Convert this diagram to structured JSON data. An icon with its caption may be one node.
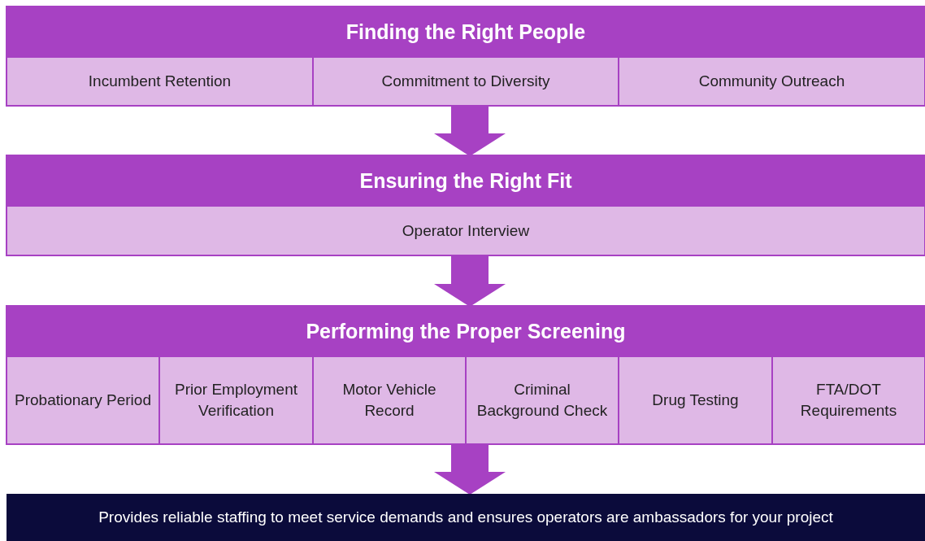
{
  "diagram": {
    "nodes": [
      {
        "text": [
          "Finding the Right People"
        ]
      },
      {
        "text": [
          "Incumbent Retention"
        ],
        "in": 0
      },
      {
        "text": [
          "Commitment to Diversity"
        ],
        "in": 0
      },
      {
        "text": [
          "Community Outreach"
        ],
        "in": 0
      },
      {
        "text": [
          "Ensuring the Right Fit"
        ]
      },
      {
        "text": [
          "Operator Interview"
        ],
        "in": 4
      },
      {
        "text": [
          "Performing the Proper Screening"
        ]
      },
      {
        "text": [
          "Probationary Period"
        ],
        "in": 6
      },
      {
        "text": [
          "Prior Employment Verification"
        ],
        "in": 6
      },
      {
        "text": [
          "Motor Vehicle Record"
        ],
        "in": 6
      },
      {
        "text": [
          "Criminal Background Check"
        ],
        "in": 6
      },
      {
        "text": [
          "Drug Testing"
        ],
        "in": 6
      },
      {
        "text": [
          "FTA/DOT Requirements"
        ],
        "in": 6
      },
      {
        "text": [
          "Provides reliable staffing to meet service demands and ensures operators are ambassadors for your project"
        ]
      }
    ],
    "edges": [
      {
        "from": 0,
        "to": 4,
        "arrow": "to"
      },
      {
        "from": 4,
        "to": 6,
        "arrow": "to"
      },
      {
        "from": 6,
        "to": 13,
        "arrow": "to"
      }
    ]
  }
}
